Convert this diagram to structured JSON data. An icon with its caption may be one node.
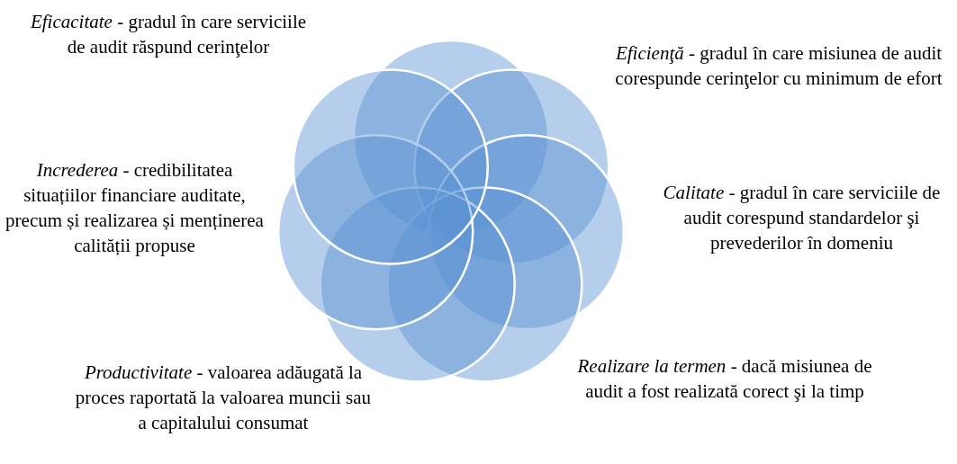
{
  "diagram": {
    "labels": [
      "*Eficacitate* - gradul în care serviciile de audit răspund cerinţelor",
      "*Eficienţă* - gradul în care misiunea de audit corespunde cerinţelor cu minimum de efort",
      "*Increderea* - credibilitatea situațiilor financiare auditate, precum și realizarea și menținerea calității propuse",
      "*Calitate* - gradul în care serviciile de audit corespund standardelor şi prevederilor în domeniu",
      "*Productivitate* - valoarea adăugată la proces raportată la valoarea muncii sau a capitalului consumat",
      "*Realizare la termen* - dacă misiunea de audit a fost realizată corect şi la timp"
    ]
  }
}
